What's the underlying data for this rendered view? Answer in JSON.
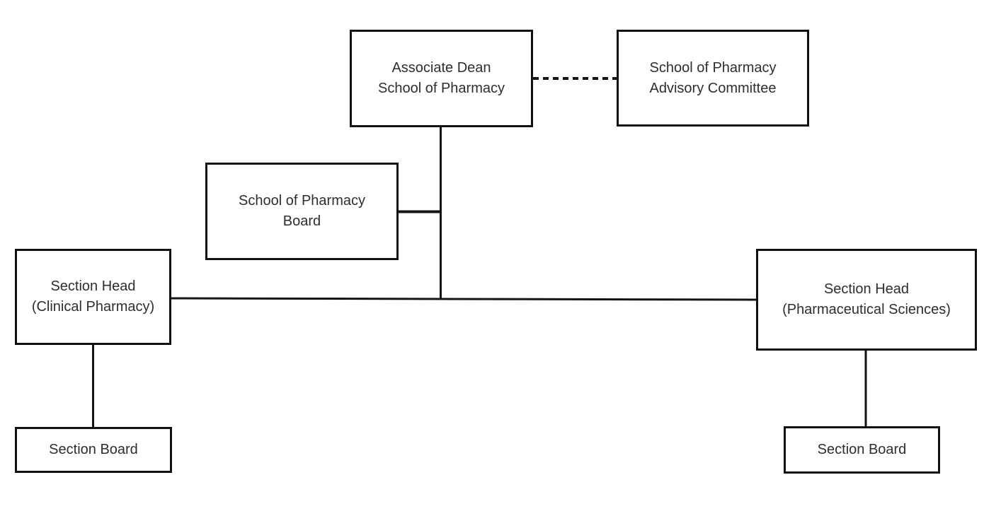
{
  "diagram": {
    "type": "org-chart",
    "colors": {
      "background": "#ffffff",
      "box_border": "#121212",
      "box_fill": "#ffffff",
      "text": "#2e2e2e",
      "connector": "#141414"
    },
    "nodes": {
      "associate_dean": {
        "label": "Associate Dean\nSchool of Pharmacy"
      },
      "advisory_committee": {
        "label": "School of Pharmacy\nAdvisory Committee"
      },
      "pharmacy_board": {
        "label": "School of Pharmacy\nBoard"
      },
      "section_head_clinical": {
        "label": "Section Head\n(Clinical Pharmacy)"
      },
      "section_head_pharmaceutical": {
        "label": "Section Head\n(Pharmaceutical Sciences)"
      },
      "section_board_clinical": {
        "label": "Section Board"
      },
      "section_board_pharmaceutical": {
        "label": "Section Board"
      }
    },
    "edges": [
      {
        "from": "associate_dean",
        "to": "advisory_committee",
        "style": "dashed"
      },
      {
        "from": "associate_dean",
        "to": "pharmacy_board",
        "style": "solid"
      },
      {
        "from": "associate_dean",
        "to": "section_head_clinical",
        "style": "solid"
      },
      {
        "from": "associate_dean",
        "to": "section_head_pharmaceutical",
        "style": "solid"
      },
      {
        "from": "section_head_clinical",
        "to": "section_board_clinical",
        "style": "solid"
      },
      {
        "from": "section_head_pharmaceutical",
        "to": "section_board_pharmaceutical",
        "style": "solid"
      }
    ]
  }
}
